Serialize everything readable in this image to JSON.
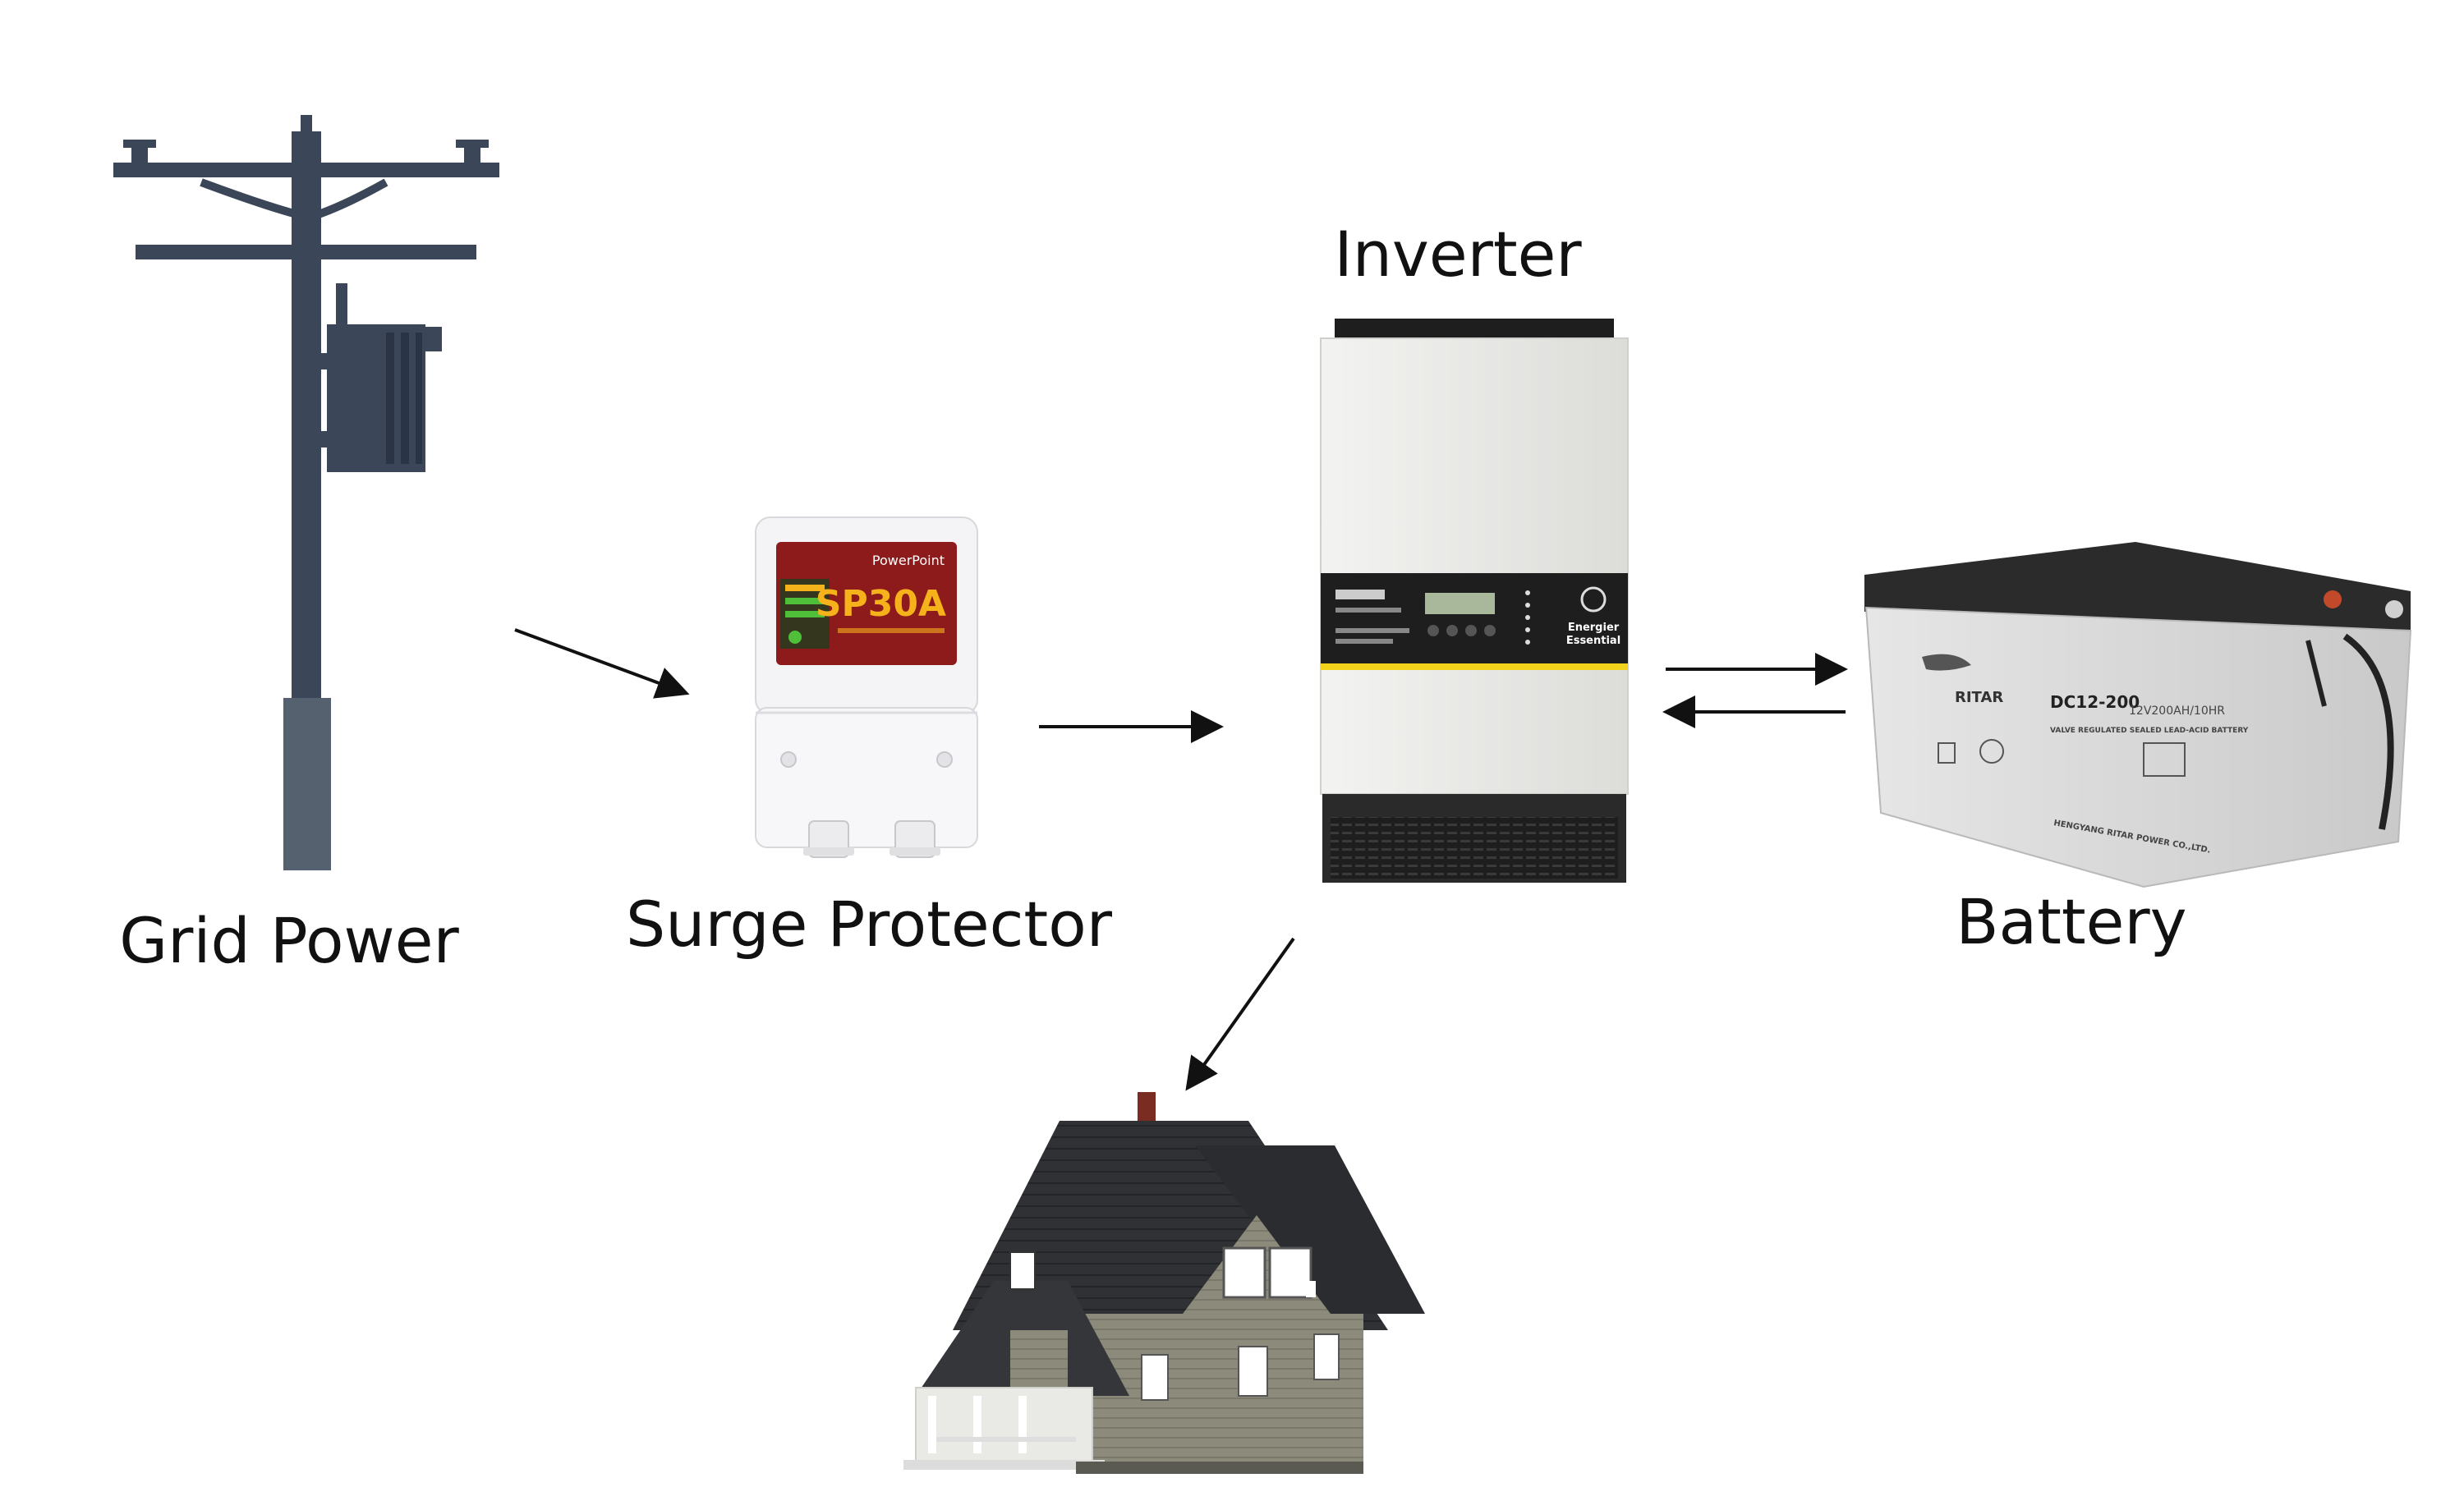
{
  "nodes": {
    "grid": {
      "label": "Grid Power",
      "icon": "utility-pole-icon"
    },
    "surge": {
      "label": "Surge Protector",
      "icon": "surge-protector-icon",
      "brand": "PowerPoint",
      "model": "SP30A"
    },
    "inverter": {
      "label": "Inverter",
      "icon": "inverter-icon",
      "brand_line": "Energier",
      "brand_line2": "Essential"
    },
    "battery": {
      "label": "Battery",
      "icon": "battery-icon",
      "brand": "RITAR",
      "model": "DC12-200",
      "spec": "12V200AH/10HR",
      "fine_print": "VALVE REGULATED SEALED LEAD-ACID BATTERY",
      "maker": "HENGYANG RITAR POWER CO.,LTD."
    },
    "house": {
      "label": "",
      "icon": "house-icon"
    }
  },
  "edges": [
    {
      "from": "grid",
      "to": "surge"
    },
    {
      "from": "surge",
      "to": "inverter"
    },
    {
      "from": "inverter",
      "to": "battery"
    },
    {
      "from": "battery",
      "to": "inverter"
    },
    {
      "from": "inverter",
      "to": "house"
    }
  ],
  "colors": {
    "pole": "#3b4759",
    "pole_base": "#566170",
    "inverter_body": "#e9e9e7",
    "inverter_panel": "#1e1e1e",
    "inverter_stripe": "#f2d21b",
    "surge_display": "#8e1b1b",
    "surge_accent": "#f6b21b",
    "battery_body": "#dcdcdc",
    "battery_lid": "#2b2b2b",
    "roof": "#2f3135",
    "wall": "#8c8a7a",
    "arrow": "#111111"
  }
}
